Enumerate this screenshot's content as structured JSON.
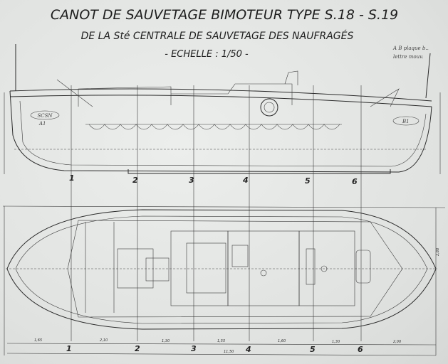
{
  "title": {
    "line1": "CANOT DE SAUVETAGE BIMOTEUR  TYPE S.18 - S.19",
    "line2": "DE LA Sté CENTRALE DE SAUVETAGE DES NAUFRAGÉS",
    "scale": "- ECHELLE : 1/50 -"
  },
  "note": {
    "line1": "A B plaque b..",
    "line2": "lettre mouv."
  },
  "hull_marks": {
    "bow_badge": "SCSN",
    "bow_code": "A1",
    "stern_code": "B1"
  },
  "stations": [
    "1",
    "2",
    "3",
    "4",
    "5",
    "6"
  ],
  "dimensions": {
    "segments": [
      "1,65",
      "2,10",
      "1,30",
      "1,55",
      "1,60",
      "1,30",
      "2,00"
    ],
    "total": "11,50",
    "beam": "2,88"
  },
  "colors": {
    "ink": "#2a2a2a",
    "paper": "#e4e6e4"
  }
}
